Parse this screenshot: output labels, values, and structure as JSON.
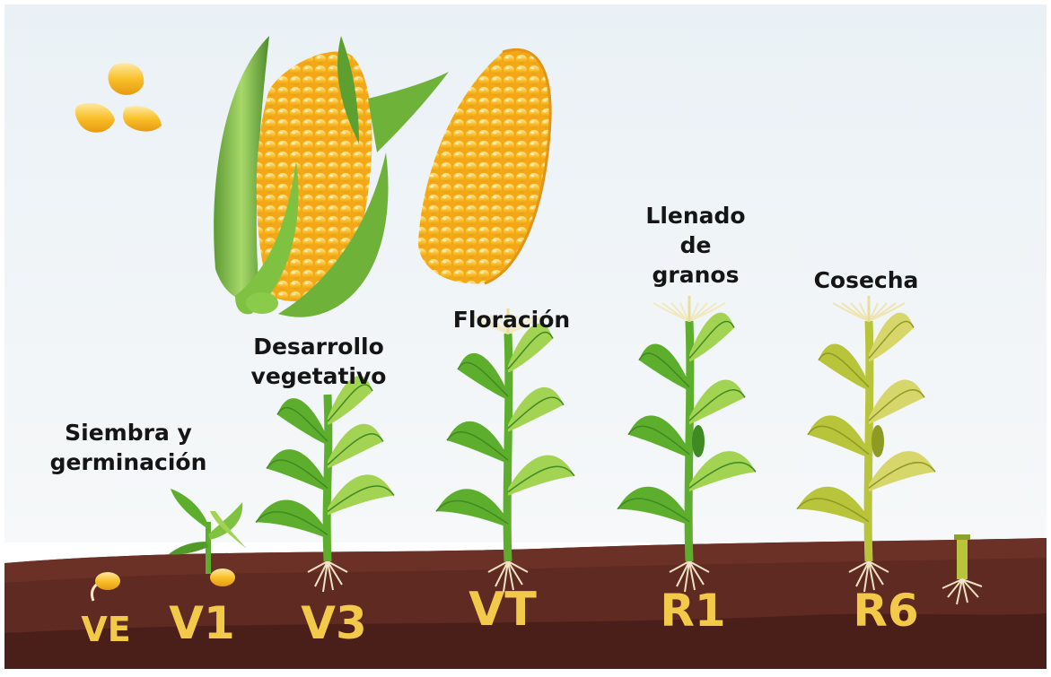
{
  "colors": {
    "sky_top": "#eaf1f6",
    "sky_bottom": "#f6f8f9",
    "soil": "#5e2a22",
    "soil_dark": "#4b1f19",
    "soil_top": "#6b3026",
    "leaf_green": "#5eae2e",
    "leaf_light": "#a3d353",
    "dry_leaf": "#b8c43a",
    "kernel": "#f9c02a",
    "stage_code": "#f3c94a",
    "label_text": "#151515"
  },
  "stages": [
    {
      "label_lines": [
        "Siembra y",
        "germinación"
      ],
      "code": "VE"
    },
    {
      "label_lines": [],
      "code": "V1"
    },
    {
      "label_lines": [
        "Desarrollo",
        "vegetativo"
      ],
      "code": "V3"
    },
    {
      "label_lines": [
        "Floración"
      ],
      "code": "VT"
    },
    {
      "label_lines": [
        "Llenado",
        "de",
        "granos"
      ],
      "code": "R1"
    },
    {
      "label_lines": [
        "Cosecha"
      ],
      "code": "R6"
    }
  ],
  "decorations": {
    "loose_kernels": "corn-kernel-icon",
    "corn_cob_with_husk": "corn-cob-with-husk-icon",
    "corn_cob": "corn-cob-icon",
    "plants": "corn-plant-icon",
    "harvested_stalk": "cut-stalk-icon"
  }
}
